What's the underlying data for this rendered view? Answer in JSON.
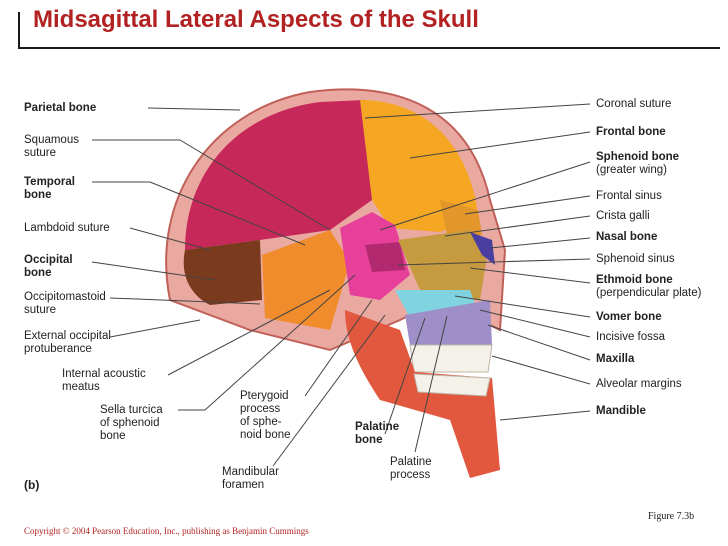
{
  "title": "Midsagittal Lateral Aspects of the Skull",
  "panel_label": "(b)",
  "figure_ref": "Figure 7.3b",
  "copyright": "Copyright © 2004 Pearson Education, Inc., publishing as Benjamin Cummings",
  "labels": {
    "parietal": "Parietal bone",
    "squamous_1": "Squamous",
    "squamous_2": "suture",
    "temporal_1": "Temporal",
    "temporal_2": "bone",
    "lambdoid": "Lambdoid suture",
    "occipital_1": "Occipital",
    "occipital_2": "bone",
    "occipitomastoid_1": "Occipitomastoid",
    "occipitomastoid_2": "suture",
    "ext_occipital_1": "External occipital",
    "ext_occipital_2": "protuberance",
    "int_acoustic_1": "Internal acoustic",
    "int_acoustic_2": "meatus",
    "sella_1": "Sella turcica",
    "sella_2": "of sphenoid",
    "sella_3": "bone",
    "mandibular_1": "Mandibular",
    "mandibular_2": "foramen",
    "pterygoid_1": "Pterygoid",
    "pterygoid_2": "process",
    "pterygoid_3": "of sphe-",
    "pterygoid_4": "noid bone",
    "palatine_bone_1": "Palatine",
    "palatine_bone_2": "bone",
    "palatine_proc_1": "Palatine",
    "palatine_proc_2": "process",
    "coronal": "Coronal suture",
    "frontal_bone": "Frontal bone",
    "sphenoid_bone_1": "Sphenoid bone",
    "sphenoid_bone_2": "(greater wing)",
    "frontal_sinus": "Frontal sinus",
    "crista_galli": "Crista galli",
    "nasal_bone": "Nasal bone",
    "sphenoid_sinus": "Sphenoid sinus",
    "ethmoid_1": "Ethmoid bone",
    "ethmoid_2": "(perpendicular plate)",
    "vomer": "Vomer bone",
    "incisive": "Incisive fossa",
    "maxilla": "Maxilla",
    "alveolar": "Alveolar margins",
    "mandible": "Mandible"
  }
}
